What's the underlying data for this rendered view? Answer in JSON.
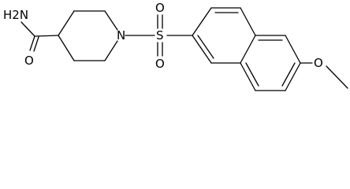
{
  "molecule": {
    "atoms": {
      "amide": "H2N",
      "carbonyl_oxygen": "O",
      "ring_nitrogen": "N",
      "sulfur": "S",
      "sulfonyl_oxygen_top": "O",
      "sulfonyl_oxygen_bottom": "O",
      "ether_oxygen": "O"
    }
  }
}
